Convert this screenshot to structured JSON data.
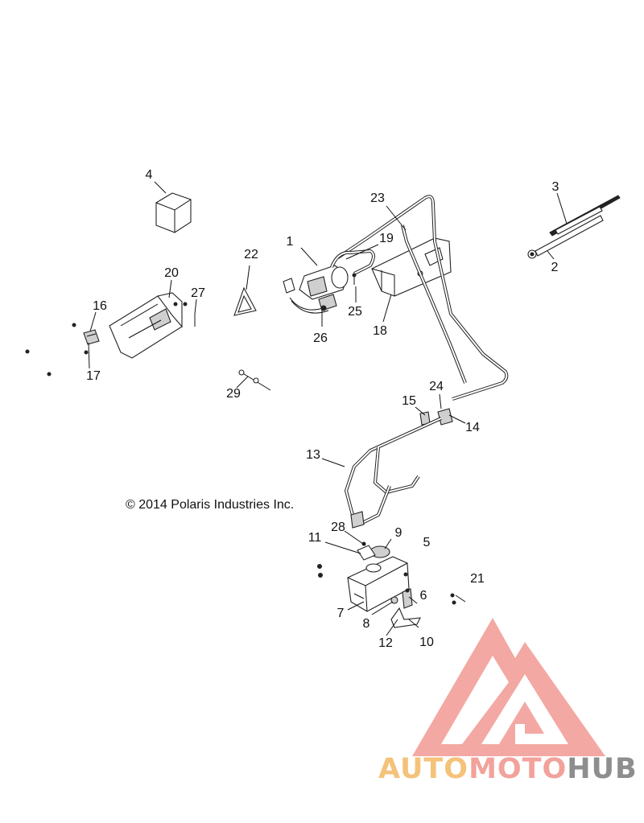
{
  "callouts": [
    {
      "id": "1",
      "label": "1"
    },
    {
      "id": "2",
      "label": "2"
    },
    {
      "id": "3",
      "label": "3"
    },
    {
      "id": "4",
      "label": "4"
    },
    {
      "id": "5",
      "label": "5"
    },
    {
      "id": "6",
      "label": "6"
    },
    {
      "id": "7",
      "label": "7"
    },
    {
      "id": "8",
      "label": "8"
    },
    {
      "id": "9",
      "label": "9"
    },
    {
      "id": "10",
      "label": "10"
    },
    {
      "id": "11",
      "label": "11"
    },
    {
      "id": "12",
      "label": "12"
    },
    {
      "id": "13",
      "label": "13"
    },
    {
      "id": "14",
      "label": "14"
    },
    {
      "id": "15",
      "label": "15"
    },
    {
      "id": "16",
      "label": "16"
    },
    {
      "id": "17",
      "label": "17"
    },
    {
      "id": "18",
      "label": "18"
    },
    {
      "id": "19",
      "label": "19"
    },
    {
      "id": "20",
      "label": "20"
    },
    {
      "id": "21",
      "label": "21"
    },
    {
      "id": "22",
      "label": "22"
    },
    {
      "id": "23",
      "label": "23"
    },
    {
      "id": "24",
      "label": "24"
    },
    {
      "id": "25",
      "label": "25"
    },
    {
      "id": "26",
      "label": "26"
    },
    {
      "id": "27",
      "label": "27"
    },
    {
      "id": "28",
      "label": "28"
    },
    {
      "id": "29",
      "label": "29"
    }
  ],
  "copyright": "© 2014 Polaris Industries Inc.",
  "watermark": {
    "part1": "AUTO",
    "part2": "MOTO",
    "part3": "HUB",
    "colors": {
      "auto": "#f5c27a",
      "moto": "#f2a29b",
      "hub": "#8e8e8e",
      "logo": "#f19a93"
    }
  }
}
